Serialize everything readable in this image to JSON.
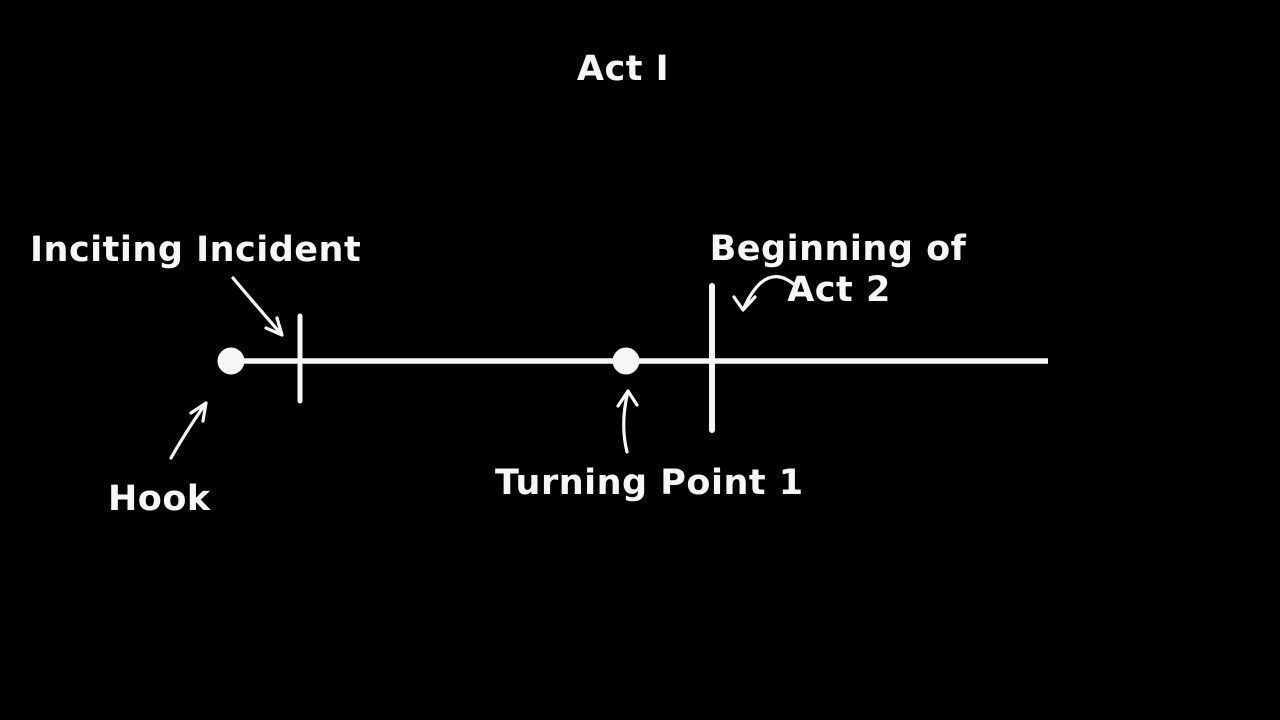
{
  "scene": {
    "title": "Act I",
    "background_color": "#000000",
    "ink_color": "#f7f7f7"
  },
  "timeline": {
    "labels": {
      "hook": "Hook",
      "inciting_incident": "Inciting Incident",
      "turning_point_1": "Turning Point 1",
      "beginning_of_act_2_line1": "Beginning of",
      "beginning_of_act_2_line2": "Act 2"
    },
    "markers": [
      {
        "name": "hook",
        "shape": "dot",
        "label": "Hook"
      },
      {
        "name": "inciting-incident",
        "shape": "tick",
        "label": "Inciting Incident"
      },
      {
        "name": "turning-point-1",
        "shape": "dot",
        "label": "Turning Point 1"
      },
      {
        "name": "beginning-of-act-2",
        "shape": "tall-tick",
        "label": "Beginning of Act 2"
      }
    ]
  }
}
